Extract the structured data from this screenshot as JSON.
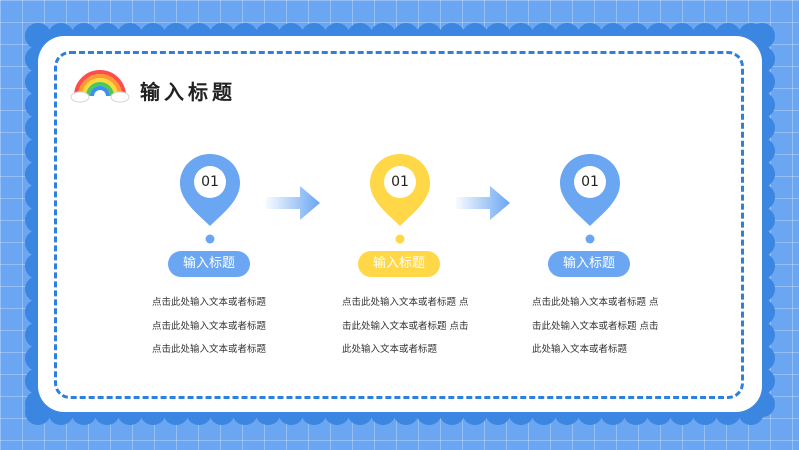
{
  "title": "输入标题",
  "colors": {
    "blue": "#6aa6f2",
    "yellow": "#ffd747",
    "border": "#2f7fdc"
  },
  "steps": [
    {
      "number": "01",
      "label": "输入标题",
      "color": "blue",
      "lines": [
        "点击此处输入文本或者标题",
        "点击此处输入文本或者标题",
        "点击此处输入文本或者标题"
      ]
    },
    {
      "number": "01",
      "label": "输入标题",
      "color": "yellow",
      "lines": [
        "点击此处输入文本或者标题 点",
        "击此处输入文本或者标题 点击",
        "此处输入文本或者标题"
      ]
    },
    {
      "number": "01",
      "label": "输入标题",
      "color": "blue",
      "lines": [
        "点击此处输入文本或者标题 点",
        "击此处输入文本或者标题 点击",
        "此处输入文本或者标题"
      ]
    }
  ]
}
